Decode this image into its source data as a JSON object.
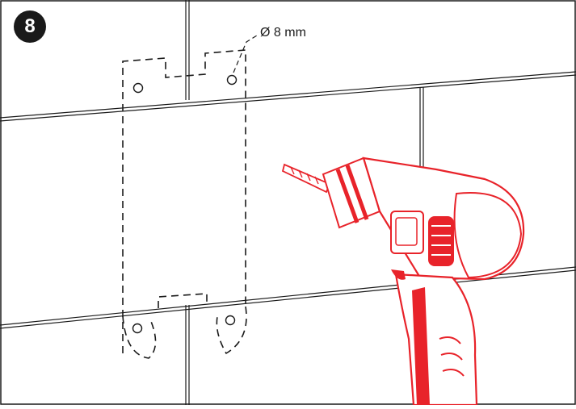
{
  "step": {
    "number": "8"
  },
  "annotation": {
    "hole_diameter": "Ø 8 mm"
  },
  "colors": {
    "line": "#1a1a1a",
    "drill": "#e8232a",
    "drill_dark": "#c4121b",
    "background": "#ffffff"
  },
  "icons": {
    "tool": "cordless-drill-icon",
    "bracket": "mounting-bracket-outline"
  }
}
